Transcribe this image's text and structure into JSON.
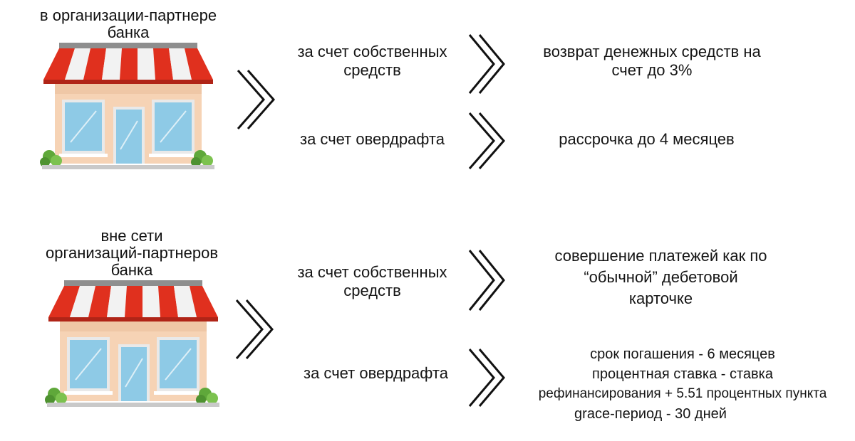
{
  "sections": [
    {
      "title_lines": [
        "в организации-партнере",
        "банка"
      ],
      "rows": [
        {
          "source_lines": [
            "за счет собственных",
            "средств"
          ],
          "result_lines": [
            "возврат денежных средств на",
            "счет до 3%"
          ]
        },
        {
          "source_lines": [
            "за счет овердрафта"
          ],
          "result_lines": [
            "рассрочка до  4 месяцев"
          ]
        }
      ]
    },
    {
      "title_lines": [
        "вне сети",
        "организаций-партнеров",
        "банка"
      ],
      "rows": [
        {
          "source_lines": [
            "за счет собственных",
            "средств"
          ],
          "result_lines": [
            "совершение платежей как по",
            "“обычной” дебетовой",
            "карточке"
          ]
        },
        {
          "source_lines": [
            "за счет овердрафта"
          ],
          "result_lines": [
            "срок  погашения - 6 месяцев",
            "процентная ставка -  ставка",
            "рефинансирования + 5.51 процентных пункта",
            "grace-период - 30 дней"
          ]
        }
      ]
    }
  ],
  "icons": {
    "shop": "storefront-icon",
    "arrow": "double-chevron-right-icon"
  },
  "colors": {
    "awning_red": "#e0301e",
    "awning_white": "#f2f2f2",
    "facade": "#f6d3b5",
    "window": "#8ecae6",
    "bush": "#5fa83a",
    "chevron": "#111111"
  }
}
